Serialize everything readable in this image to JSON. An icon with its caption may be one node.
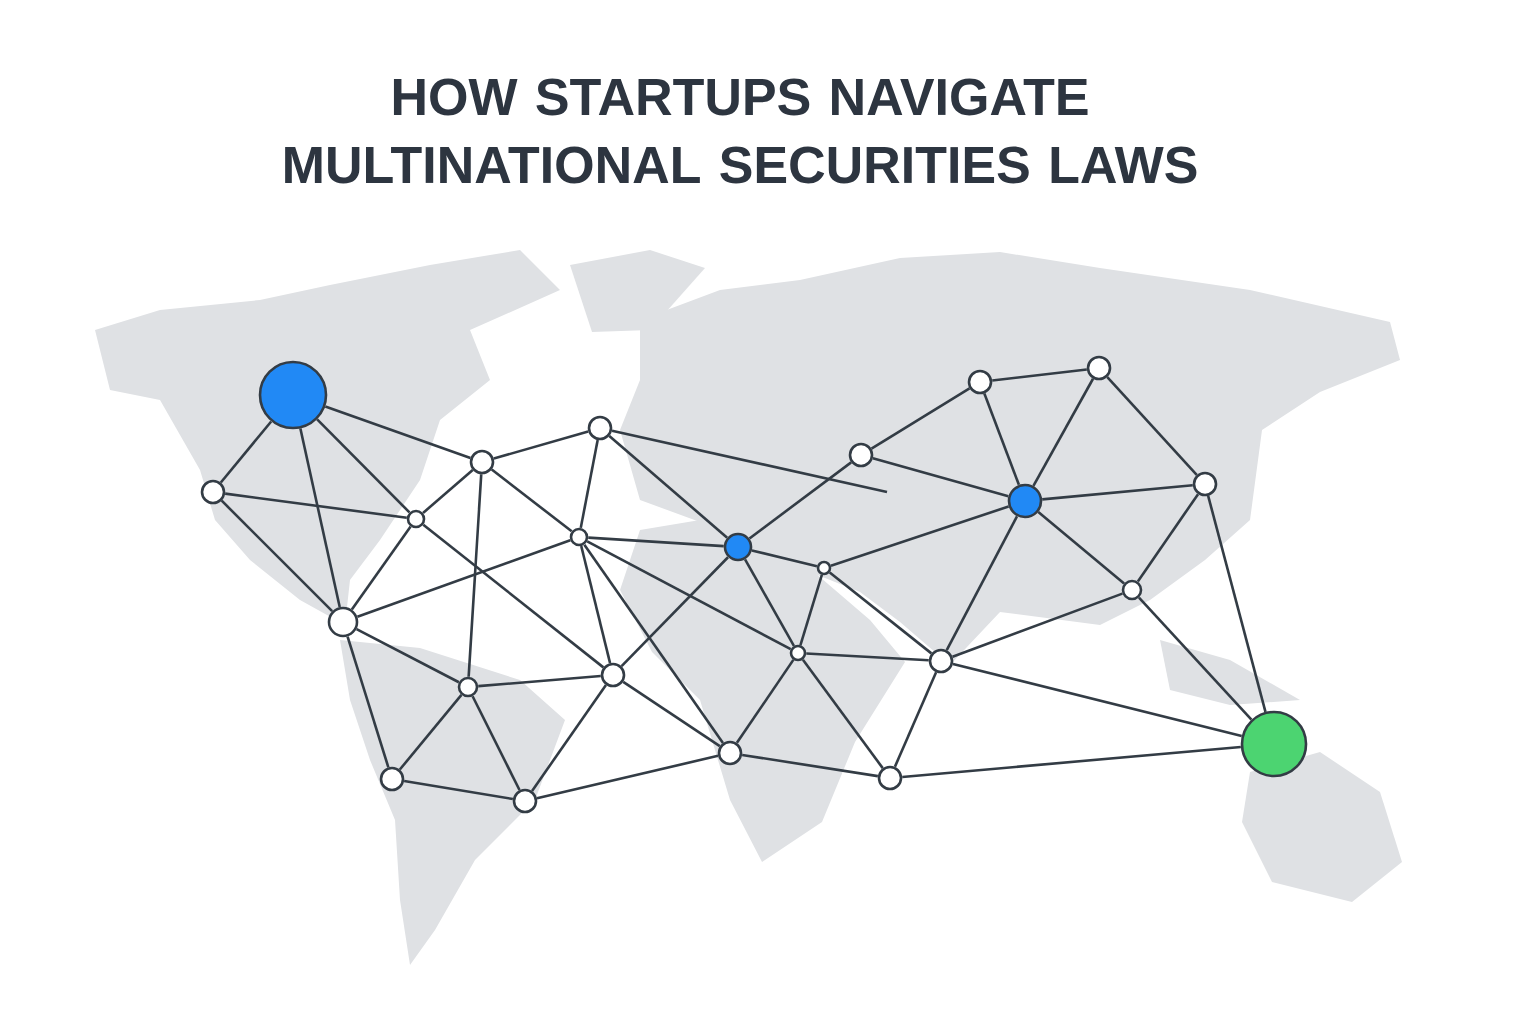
{
  "diagram": {
    "title": "HOW STARTUPS NAVIGATE MULTINATIONAL SECURITIES LAWS",
    "nodes": [
      {
        "text": [],
        "shape": "circle"
      },
      {
        "text": [],
        "shape": "circle"
      },
      {
        "text": [],
        "shape": "circle"
      },
      {
        "text": [],
        "shape": "circle"
      },
      {
        "text": [],
        "shape": "circle"
      },
      {
        "text": [],
        "shape": "circle"
      },
      {
        "text": [],
        "shape": "circle"
      },
      {
        "text": [],
        "shape": "circle"
      },
      {
        "text": [],
        "shape": "circle"
      },
      {
        "text": [],
        "shape": "circle"
      },
      {
        "text": [],
        "shape": "circle"
      },
      {
        "text": [],
        "shape": "circle"
      },
      {
        "text": [],
        "shape": "circle"
      },
      {
        "text": [],
        "shape": "circle"
      },
      {
        "text": [],
        "shape": "circle"
      },
      {
        "text": [],
        "shape": "circle"
      },
      {
        "text": [],
        "shape": "circle"
      },
      {
        "text": [],
        "shape": "circle"
      },
      {
        "text": [],
        "shape": "circle"
      },
      {
        "text": [],
        "shape": "circle"
      },
      {
        "text": [],
        "shape": "circle"
      },
      {
        "text": [],
        "shape": "circle"
      },
      {
        "text": [],
        "shape": "circle"
      },
      {
        "text": [],
        "shape": "circle"
      }
    ],
    "edges": [
      {
        "from": 0,
        "to": 1,
        "arrow": "none"
      },
      {
        "from": 0,
        "to": 2,
        "arrow": "none"
      },
      {
        "from": 0,
        "to": 3,
        "arrow": "none"
      },
      {
        "from": 0,
        "to": 6,
        "arrow": "none"
      },
      {
        "from": 1,
        "to": 3,
        "arrow": "none"
      },
      {
        "from": 1,
        "to": 6,
        "arrow": "none"
      },
      {
        "from": 3,
        "to": 2,
        "arrow": "none"
      },
      {
        "from": 3,
        "to": 6,
        "arrow": "none"
      },
      {
        "from": 3,
        "to": 16,
        "arrow": "none"
      },
      {
        "from": 6,
        "to": 5,
        "arrow": "none"
      },
      {
        "from": 2,
        "to": 4,
        "arrow": "none"
      },
      {
        "from": 2,
        "to": 15,
        "arrow": "none"
      },
      {
        "from": 2,
        "to": 5,
        "arrow": "none"
      },
      {
        "from": 4,
        "to": 5,
        "arrow": "none"
      },
      {
        "from": 4,
        "to": 7,
        "arrow": "none"
      },
      {
        "from": 4,
        "to": null,
        "arrow": "none"
      },
      {
        "from": 5,
        "to": 7,
        "arrow": "none"
      },
      {
        "from": 5,
        "to": 16,
        "arrow": "none"
      },
      {
        "from": 5,
        "to": 21,
        "arrow": "none"
      },
      {
        "from": 5,
        "to": 17,
        "arrow": "none"
      },
      {
        "from": 7,
        "to": 16,
        "arrow": "none"
      },
      {
        "from": 7,
        "to": 8,
        "arrow": "none"
      },
      {
        "from": 7,
        "to": 13,
        "arrow": "none"
      },
      {
        "from": 7,
        "to": 17,
        "arrow": "none"
      },
      {
        "from": 8,
        "to": 9,
        "arrow": "none"
      },
      {
        "from": 8,
        "to": 11,
        "arrow": "none"
      },
      {
        "from": 9,
        "to": 10,
        "arrow": "none"
      },
      {
        "from": 9,
        "to": 11,
        "arrow": "none"
      },
      {
        "from": 10,
        "to": 11,
        "arrow": "none"
      },
      {
        "from": 10,
        "to": 12,
        "arrow": "none"
      },
      {
        "from": 11,
        "to": 12,
        "arrow": "none"
      },
      {
        "from": 11,
        "to": 14,
        "arrow": "none"
      },
      {
        "from": 11,
        "to": 18,
        "arrow": "none"
      },
      {
        "from": 13,
        "to": 11,
        "arrow": "none"
      },
      {
        "from": 12,
        "to": 14,
        "arrow": "none"
      },
      {
        "from": 12,
        "to": 23,
        "arrow": "none"
      },
      {
        "from": 14,
        "to": 18,
        "arrow": "none"
      },
      {
        "from": 14,
        "to": 23,
        "arrow": "none"
      },
      {
        "from": 13,
        "to": 17,
        "arrow": "none"
      },
      {
        "from": 13,
        "to": 18,
        "arrow": "none"
      },
      {
        "from": 17,
        "to": 18,
        "arrow": "none"
      },
      {
        "from": 17,
        "to": 21,
        "arrow": "none"
      },
      {
        "from": 17,
        "to": 22,
        "arrow": "none"
      },
      {
        "from": 18,
        "to": 22,
        "arrow": "none"
      },
      {
        "from": 18,
        "to": 23,
        "arrow": "none"
      },
      {
        "from": 6,
        "to": 15,
        "arrow": "none"
      },
      {
        "from": 6,
        "to": 19,
        "arrow": "none"
      },
      {
        "from": 15,
        "to": 16,
        "arrow": "none"
      },
      {
        "from": 15,
        "to": 19,
        "arrow": "none"
      },
      {
        "from": 15,
        "to": 20,
        "arrow": "none"
      },
      {
        "from": 16,
        "to": 20,
        "arrow": "none"
      },
      {
        "from": 16,
        "to": 21,
        "arrow": "none"
      },
      {
        "from": 19,
        "to": 20,
        "arrow": "none"
      },
      {
        "from": 20,
        "to": 21,
        "arrow": "none"
      },
      {
        "from": 21,
        "to": 22,
        "arrow": "none"
      },
      {
        "from": 22,
        "to": 23,
        "arrow": "none"
      }
    ]
  }
}
